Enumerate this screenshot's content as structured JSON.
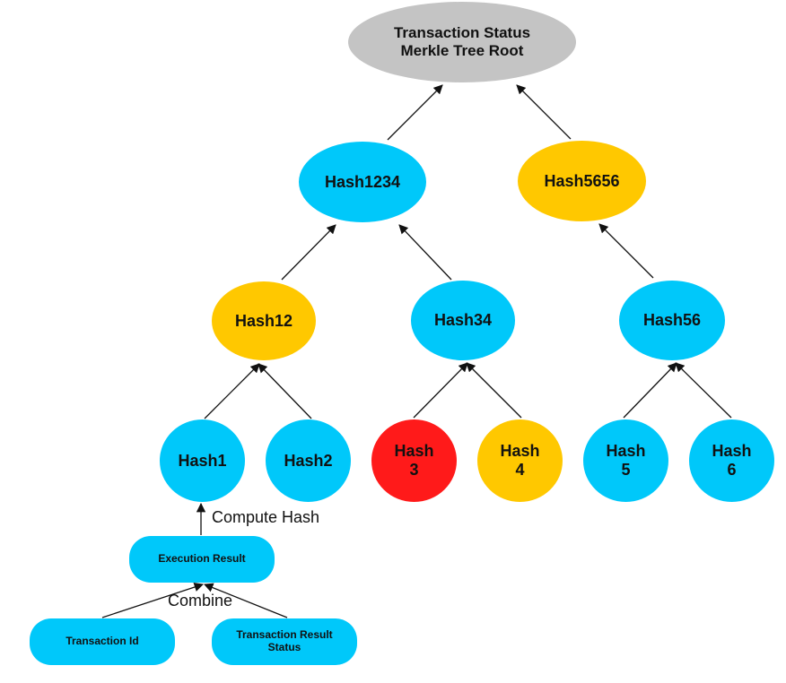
{
  "colors": {
    "blue": "#00c8fa",
    "yellow": "#ffc800",
    "red": "#ff1a1a",
    "gray": "#c4c4c4",
    "edge": "#111111"
  },
  "diagram": {
    "nodes": {
      "root": {
        "label": "Transaction Status\nMerkle Tree Root",
        "color": "gray"
      },
      "hash1234": {
        "label": "Hash1234",
        "color": "blue"
      },
      "hash5656": {
        "label": "Hash5656",
        "color": "yellow"
      },
      "hash12": {
        "label": "Hash12",
        "color": "yellow"
      },
      "hash34": {
        "label": "Hash34",
        "color": "blue"
      },
      "hash56": {
        "label": "Hash56",
        "color": "blue"
      },
      "hash1": {
        "label": "Hash1",
        "color": "blue"
      },
      "hash2": {
        "label": "Hash2",
        "color": "blue"
      },
      "hash3": {
        "label": "Hash\n3",
        "color": "red"
      },
      "hash4": {
        "label": "Hash\n4",
        "color": "yellow"
      },
      "hash5": {
        "label": "Hash\n5",
        "color": "blue"
      },
      "hash6": {
        "label": "Hash\n6",
        "color": "blue"
      },
      "execution_result": {
        "label": "Execution Result",
        "color": "blue"
      },
      "transaction_id": {
        "label": "Transaction Id",
        "color": "blue"
      },
      "transaction_result_status": {
        "label": "Transaction Result\nStatus",
        "color": "blue"
      }
    },
    "edge_labels": {
      "compute_hash": "Compute Hash",
      "combine": "Combine"
    }
  }
}
